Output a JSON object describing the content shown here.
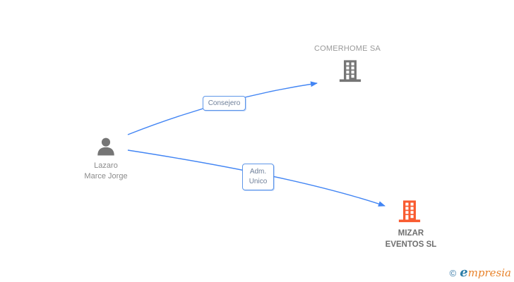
{
  "canvas": {
    "background": "#ffffff"
  },
  "colors": {
    "edge": "#4285F4",
    "relation_box_border": "#5E96E8",
    "relation_box_text": "#6E7F99",
    "person_icon": "#757575",
    "company_icon_gray": "#757575",
    "company_icon_orange": "#F95B30",
    "person_label_text": "#8B8B8B",
    "company_label_light": "#9A9A9A",
    "company_label_dark": "#6F6F6F",
    "logo_blue": "#3579A8",
    "logo_orange": "#E8832C"
  },
  "nodes": {
    "person": {
      "line1": "Lazaro",
      "line2": "Marce Jorge"
    },
    "comerhome": {
      "name": "COMERHOME SA"
    },
    "mizar": {
      "line1": "MIZAR",
      "line2": "EVENTOS SL"
    }
  },
  "relations": {
    "consejero": {
      "label": "Consejero"
    },
    "adm_unico": {
      "line1": "Adm.",
      "line2": "Unico"
    }
  },
  "footer": {
    "copyright": "©",
    "brand_initial": "e",
    "brand_rest": "mpresia"
  }
}
